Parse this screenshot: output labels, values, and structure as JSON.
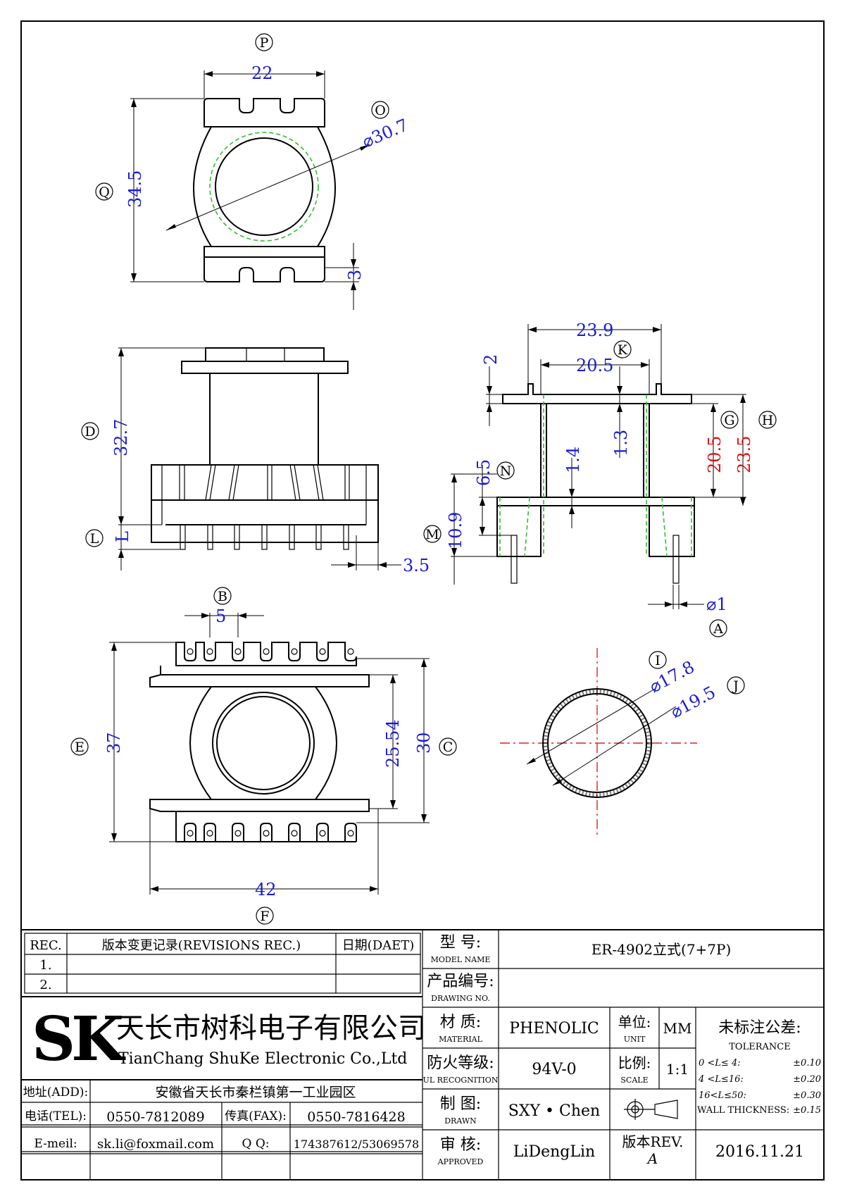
{
  "drawing": {
    "dimensions": {
      "top_width": "22",
      "top_diameter": "⌀30.7",
      "top_height": "34.5",
      "top_pin_depth": "3",
      "side_height": "32.7",
      "side_pin_len": "L",
      "side_pin_pitch": "3.5",
      "right_total_width": "23.9",
      "right_inner_width": "20.5",
      "right_flange": "2",
      "right_1_3": "1.3",
      "right_1_4": "1.4",
      "right_6_5": "6.5",
      "right_10_9": "10.9",
      "right_20_5": "20.5",
      "right_23_5": "23.5",
      "pin_diameter": "⌀1",
      "bottom_pitch": "5",
      "bottom_height": "37",
      "bottom_inner": "25.54",
      "bottom_mid": "30",
      "bottom_width": "42",
      "tube_inner": "⌀17.8",
      "tube_outer": "⌀19.5"
    },
    "labels": {
      "P": "P",
      "O": "O",
      "Q": "Q",
      "D": "D",
      "L": "L",
      "K": "K",
      "G": "G",
      "H": "H",
      "N": "N",
      "M": "M",
      "A": "A",
      "B": "B",
      "E": "E",
      "C": "C",
      "F": "F",
      "I": "I",
      "J": "J"
    }
  },
  "title_block": {
    "revisions": {
      "header_rec": "REC.",
      "header_desc": "版本变更记录(REVISIONS REC.)",
      "header_date": "日期(DAET)",
      "rows": [
        "1.",
        "2."
      ]
    },
    "company": {
      "logo": "SK",
      "name_cn": "天长市树科电子有限公司",
      "name_en": "TianChang ShuKe Electronic Co.,Ltd"
    },
    "contact": {
      "addr_label": "地址(ADD):",
      "addr": "安徽省天长市秦栏镇第一工业园区",
      "tel_label": "电话(TEL):",
      "tel": "0550-7812089",
      "fax_label": "传真(FAX):",
      "fax": "0550-7816428",
      "mail_label": "E-meil:",
      "mail": "sk.li@foxmail.com",
      "qq_label": "Q Q:",
      "qq": "174387612/53069578"
    },
    "model": {
      "label_cn": "型 号:",
      "label_en": "MODEL NAME",
      "value": "ER-4902立式(7+7P)"
    },
    "drawing_no": {
      "label_cn": "产品编号:",
      "label_en": "DRAWING NO.",
      "value": ""
    },
    "material": {
      "label_cn": "材 质:",
      "label_en": "MATERIAL",
      "value": "PHENOLIC"
    },
    "unit": {
      "label_cn": "单位:",
      "label_en": "UNIT",
      "value": "MM"
    },
    "ul": {
      "label_cn": "防火等级:",
      "label_en": "UL RECOGNITION",
      "value": "94V-0"
    },
    "scale": {
      "label_cn": "比例:",
      "label_en": "SCALE",
      "value": "1:1"
    },
    "drawn": {
      "label_cn": "制 图:",
      "label_en": "DRAWN",
      "value": "SXY • Chen"
    },
    "approved": {
      "label_cn": "审 核:",
      "label_en": "APPROVED",
      "value": "LiDengLin"
    },
    "rev": {
      "label": "版本REV.",
      "value": "A"
    },
    "date": "2016.11.21",
    "tolerance": {
      "title_cn": "未标注公差:",
      "title_en": "TOLERANCE",
      "rows": [
        {
          "range": "0 <L≤ 4:",
          "value": "±0.10"
        },
        {
          "range": "4 <L≤16:",
          "value": "±0.20"
        },
        {
          "range": "16<L≤50:",
          "value": "±0.30"
        }
      ],
      "wall_label": "WALL THICKNESS:",
      "wall_value": "±0.15"
    }
  }
}
